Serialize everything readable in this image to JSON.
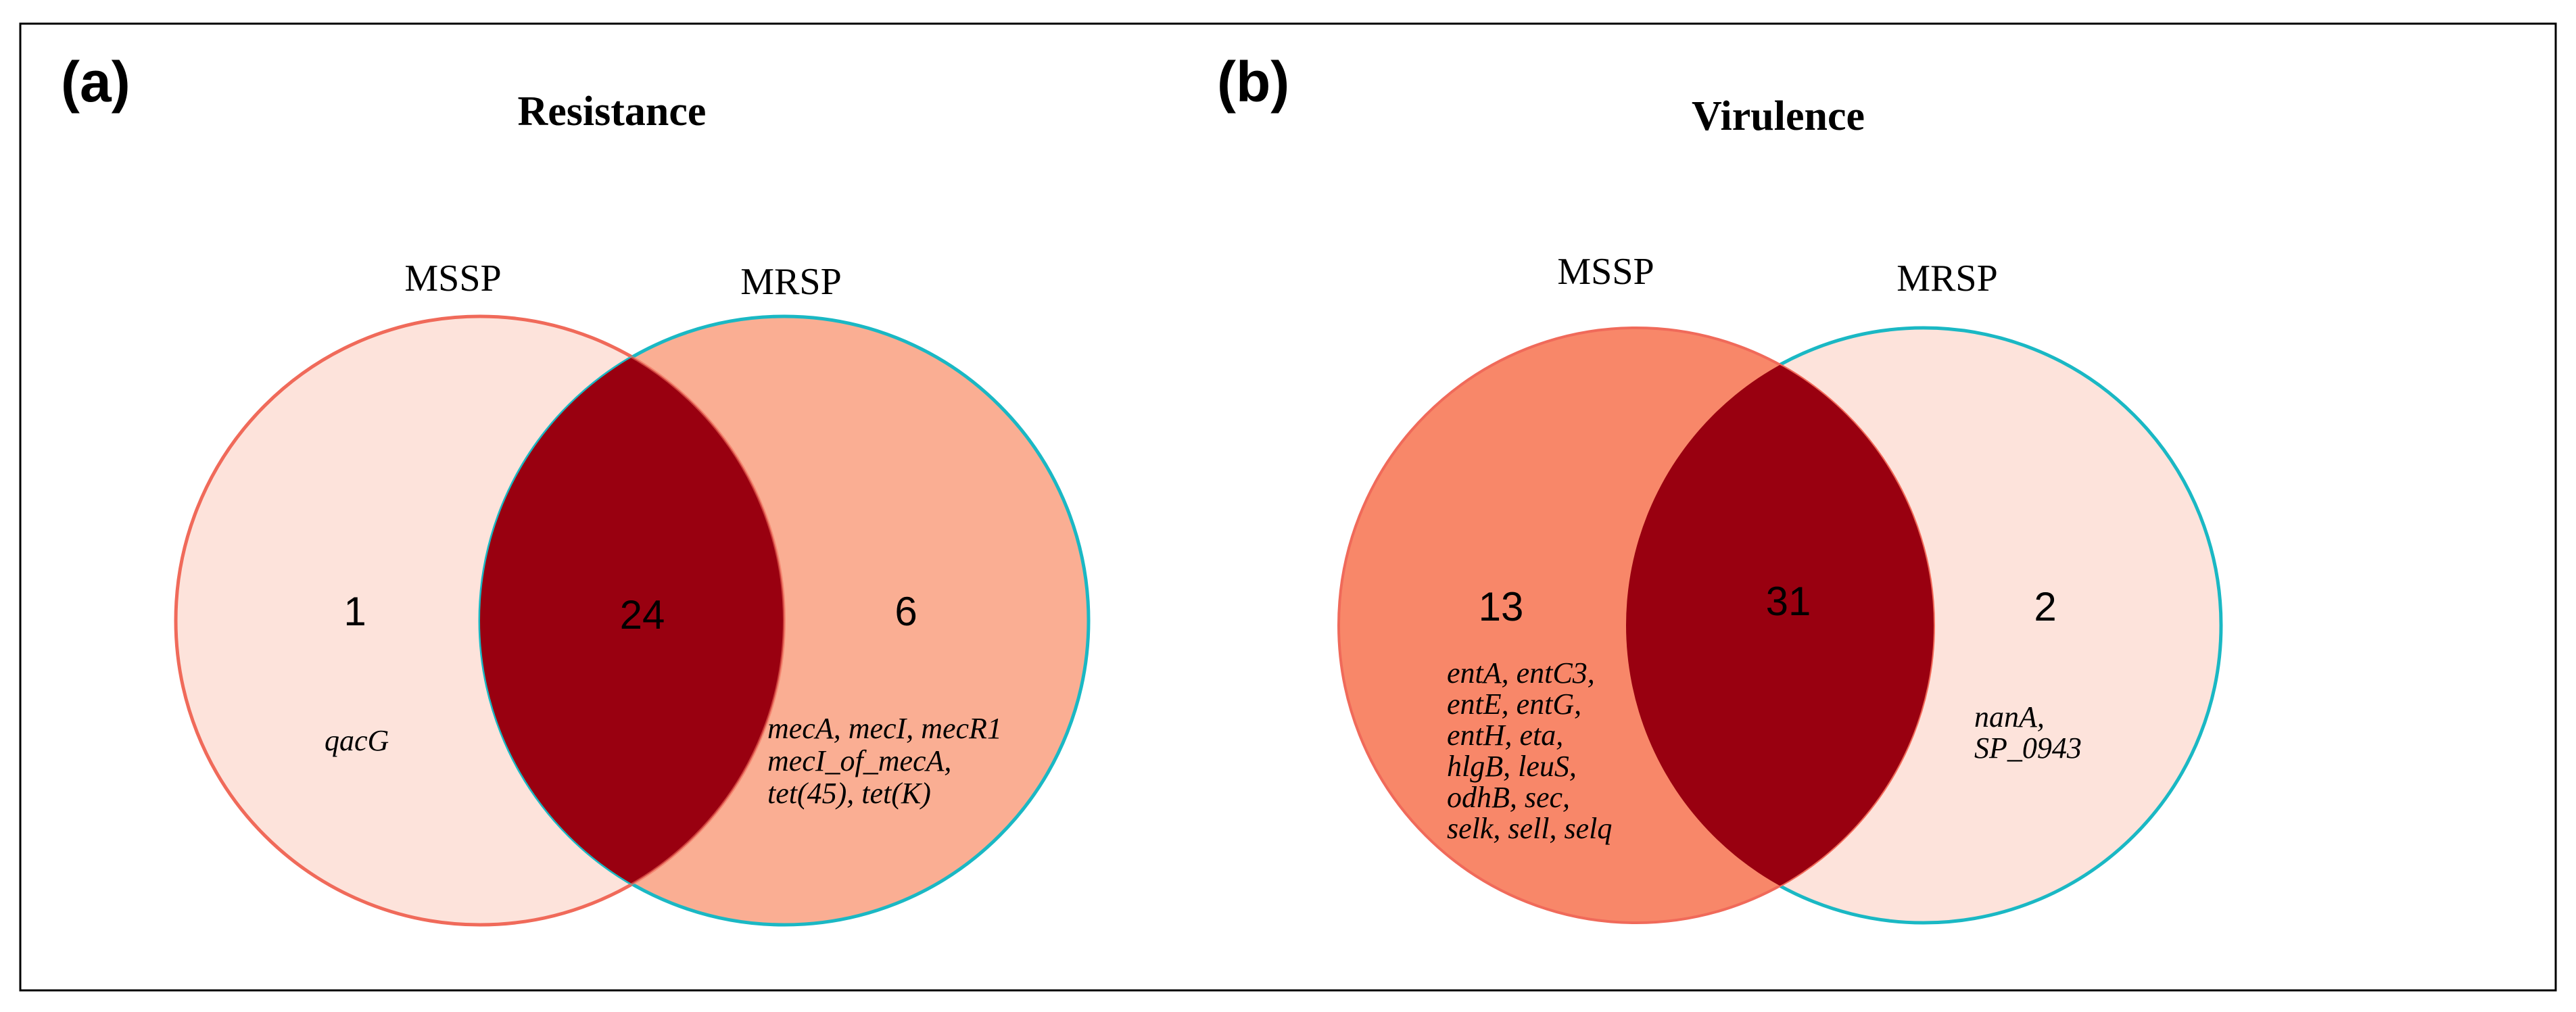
{
  "colors": {
    "light_fill": "#fde3db",
    "medium_fill": "#faae93",
    "strong_fill": "#f88769",
    "intersection_fill": "#990010",
    "mssp_stroke": "#f06a5a",
    "mrsp_stroke": "#1ab8c4"
  },
  "panels": [
    {
      "label": "(a)",
      "title": "Resistance",
      "sets": {
        "left": {
          "label": "MSSP",
          "count": "1",
          "genes": [
            "qacG"
          ]
        },
        "right": {
          "label": "MRSP",
          "count": "6",
          "genes": [
            "mecA, mecI, mecR1",
            "mecI_of_mecA,",
            "tet(45), tet(K)"
          ]
        },
        "shared": {
          "count": "24"
        }
      }
    },
    {
      "label": "(b)",
      "title": "Virulence",
      "sets": {
        "left": {
          "label": "MSSP",
          "count": "13",
          "genes": [
            "entA, entC3,",
            "entE, entG,",
            "entH, eta,",
            "hlgB, leuS,",
            "odhB, sec,",
            "selk, sell, selq"
          ]
        },
        "right": {
          "label": "MRSP",
          "count": "2",
          "genes": [
            "nanA,",
            "SP_0943"
          ]
        },
        "shared": {
          "count": "31"
        }
      }
    }
  ]
}
